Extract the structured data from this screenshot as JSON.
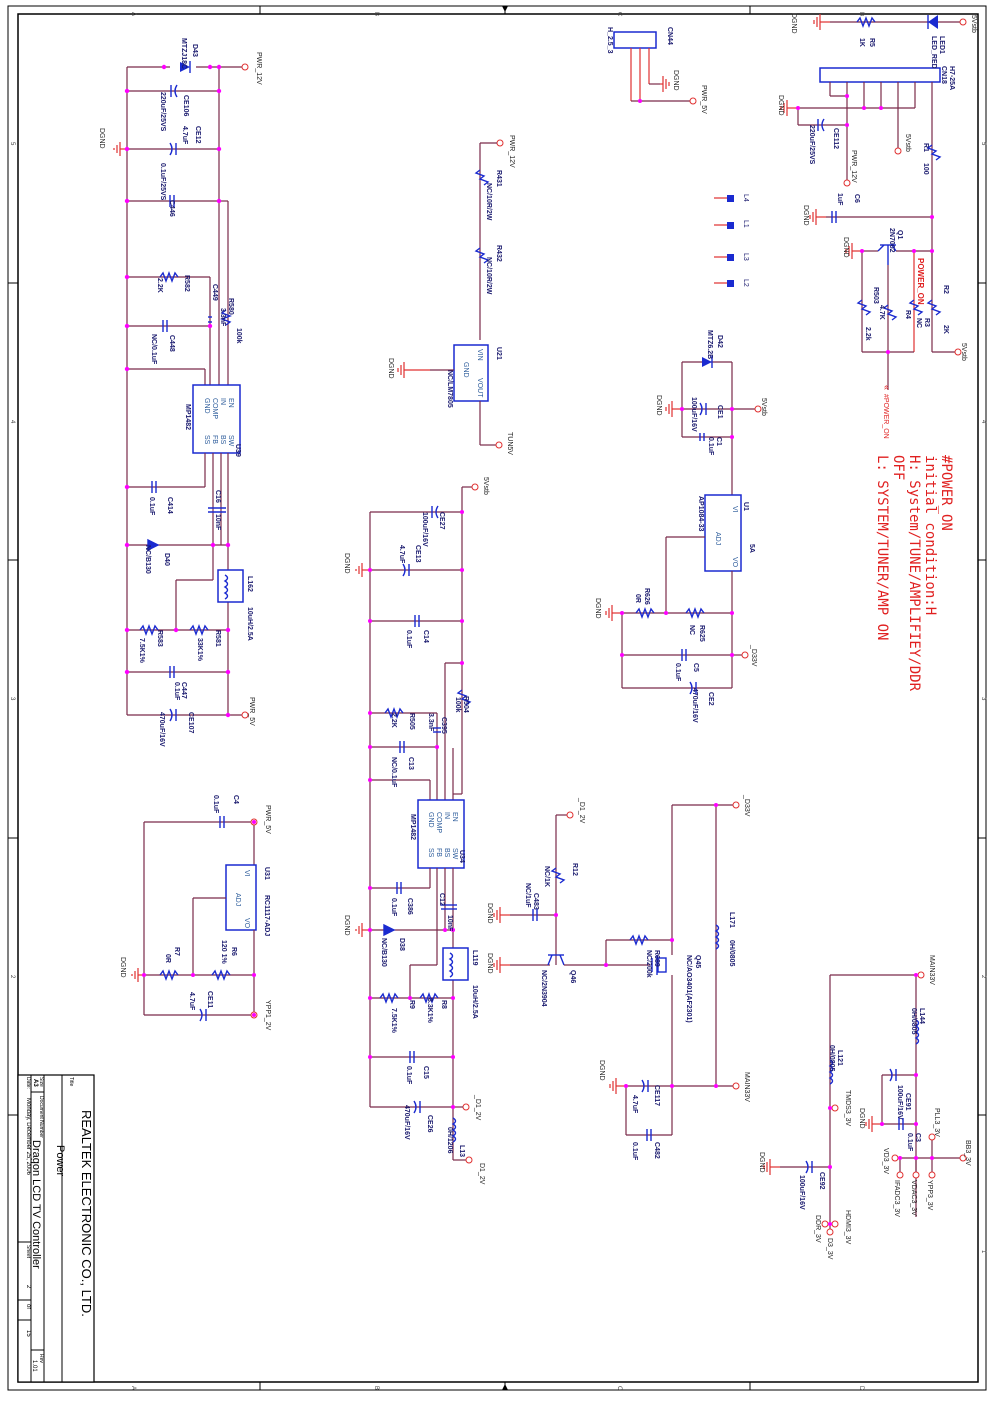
{
  "title_block": {
    "company": "REALTEK ELECTRONIC CO., LTD.",
    "title_label": "Title",
    "title": "Power",
    "size_label": "Size",
    "size": "A3",
    "doc_number_label": "Document Number",
    "doc_number": "Dragon LCD TV Controller",
    "rev_label": "Rev",
    "rev": "1.01",
    "date_label": "Date:",
    "date": "Monday, December 25, 2006",
    "sheet_label": "Sheet",
    "sheet": "2",
    "of_label": "of",
    "sheet_total": "15"
  },
  "border": {
    "cols": [
      "A",
      "B",
      "C",
      "D"
    ],
    "rows": [
      "5",
      "4",
      "3",
      "2",
      "1"
    ]
  },
  "note": {
    "lines": [
      "#POWER_ON",
      "initial condition:H",
      "H: System/TUNE/AMPLIFIEY/DDR",
      "OFF",
      "L: SYSTEM/TUNER/AMP ON"
    ],
    "color": "#e02020"
  },
  "nets": {
    "pwr12": "PWR_12V",
    "pwr5": "PWR_5V",
    "v5stb": "5Vstb",
    "dgnd": "DGND",
    "tun5v": "TUN5V",
    "d33v": "_D33V",
    "d12v": "_D1_2V",
    "d12v_out": "D1_2V",
    "ypp12": "YPP1_2V",
    "main33": "MAIN33V",
    "tmds": "TMDS3_3V",
    "hdmi": "HDMI3_3V",
    "ddr": "DDR_3V",
    "d3": "D3_3V",
    "pll": "PLL3_3V",
    "bb": "BB3_3V",
    "vd3": "VD3_3V",
    "ifadc": "IFADC3_3V",
    "vdac": "VDAC3_3V",
    "ypp3": "YPP3_3V",
    "power_on": "POWER_ON",
    "npower_on": "#POWER_ON"
  },
  "components": {
    "d43": {
      "ref": "D43",
      "val": "MTZJ18C"
    },
    "ce106": {
      "ref": "CE106",
      "val": "220uF/25VS"
    },
    "ce12": {
      "ref": "CE12",
      "val": "4.7uF"
    },
    "c446": {
      "ref": "C446",
      "val": "0.1uF/25VS"
    },
    "r582": {
      "ref": "R582",
      "val": "2.2K"
    },
    "c449": {
      "ref": "C449",
      "val": "3.3nF"
    },
    "r580": {
      "ref": "R580",
      "val": "100k"
    },
    "c448": {
      "ref": "C448",
      "val": "NC/0.1uF"
    },
    "u39": {
      "ref": "U39",
      "val": "MP1482"
    },
    "c414": {
      "ref": "C414",
      "val": "0.1uF"
    },
    "c16": {
      "ref": "C16",
      "val": "10nF"
    },
    "d40": {
      "ref": "D40",
      "val": "NC/B130"
    },
    "l162": {
      "ref": "L162",
      "val": "10uH/2.5A"
    },
    "r583": {
      "ref": "R583",
      "val": "7.5K1%"
    },
    "r581": {
      "ref": "R581",
      "val": "33K1%"
    },
    "c447": {
      "ref": "C447",
      "val": "0.1uF"
    },
    "ce107": {
      "ref": "CE107",
      "val": "470uF/16V"
    },
    "c4": {
      "ref": "C4",
      "val": "0.1uF"
    },
    "u31": {
      "ref": "U31",
      "val": "RC1117-ADJ"
    },
    "r7": {
      "ref": "R7",
      "val": "0R"
    },
    "r6": {
      "ref": "R6",
      "val": "120 1%"
    },
    "ce11": {
      "ref": "CE11",
      "val": "4.7uF"
    },
    "r431": {
      "ref": "R431",
      "val": "NC/10R/2W"
    },
    "r432": {
      "ref": "R432",
      "val": "NC/10R/2W"
    },
    "u21": {
      "ref": "U21",
      "val": "NC/LM7805"
    },
    "ce27": {
      "ref": "CE27",
      "val": "100uF/16V"
    },
    "ce13": {
      "ref": "CE13",
      "val": "4.7uF"
    },
    "c14": {
      "ref": "C14",
      "val": "0.1uF"
    },
    "r504": {
      "ref": "R504",
      "val": "100k"
    },
    "r505": {
      "ref": "R505",
      "val": "2.2K"
    },
    "c395": {
      "ref": "C395",
      "val": "3.3nF"
    },
    "c13": {
      "ref": "C13",
      "val": "NC/0.1uF"
    },
    "u34": {
      "ref": "U34",
      "val": "MP1482"
    },
    "c386": {
      "ref": "C386",
      "val": "0.1uF"
    },
    "c12": {
      "ref": "C12",
      "val": "10nF"
    },
    "d38": {
      "ref": "D38",
      "val": "NC/B130"
    },
    "l119": {
      "ref": "L119",
      "val": "10uH/2.5A"
    },
    "r9": {
      "ref": "R9",
      "val": "7.5K1%"
    },
    "r8": {
      "ref": "R8",
      "val": "8.3K1%"
    },
    "c15": {
      "ref": "C15",
      "val": "0.1uF"
    },
    "ce26": {
      "ref": "CE26",
      "val": "470uF/16V"
    },
    "l13": {
      "ref": "L13",
      "val": "0H/1206"
    },
    "cn44": {
      "ref": "CN44",
      "val": "H_2.5_3"
    },
    "l1": {
      "ref": "L1"
    },
    "l2": {
      "ref": "L2"
    },
    "l3": {
      "ref": "L3"
    },
    "l4": {
      "ref": "L4"
    },
    "d42": {
      "ref": "D42",
      "val": "MTZ6.2B"
    },
    "ce1": {
      "ref": "CE1",
      "val": "100uF/16V"
    },
    "c1": {
      "ref": "C1",
      "val": "0.1uF"
    },
    "u1": {
      "ref": "U1",
      "val": "AP1084-33",
      "extra": "5A"
    },
    "r626": {
      "ref": "R626",
      "val": "0R"
    },
    "r625": {
      "ref": "R625",
      "val": "NC"
    },
    "c5": {
      "ref": "C5",
      "val": "0.1uF"
    },
    "ce2": {
      "ref": "CE2",
      "val": "470uF/16V"
    },
    "r12": {
      "ref": "R12",
      "val": "NC/1K"
    },
    "c483": {
      "ref": "C483",
      "val": "NC/1uF"
    },
    "q46": {
      "ref": "Q46",
      "val": "NC/2N3904"
    },
    "r689": {
      "ref": "R689",
      "val": "NC/200k"
    },
    "q45": {
      "ref": "Q45",
      "val": "NC/AO3401(AF2301)"
    },
    "l171": {
      "ref": "L171",
      "val": "0H/0805"
    },
    "ce117": {
      "ref": "CE117",
      "val": "4.7uF"
    },
    "c482": {
      "ref": "C482",
      "val": "0.1uF"
    },
    "led1": {
      "ref": "LED1",
      "val": "LED_RED"
    },
    "r5": {
      "ref": "R5",
      "val": "1K"
    },
    "cn18": {
      "ref": "CN18",
      "val": "H7-25A"
    },
    "ce112": {
      "ref": "CE112",
      "val": "220uF/25VS"
    },
    "r1": {
      "ref": "R1",
      "val": "100"
    },
    "c6": {
      "ref": "C6",
      "val": "1uF"
    },
    "q1": {
      "ref": "Q1",
      "val": "2N7002"
    },
    "r2": {
      "ref": "R2",
      "val": "2K"
    },
    "r3": {
      "ref": "R3",
      "val": "NC"
    },
    "r4": {
      "ref": "R4",
      "val": "4.7K"
    },
    "r503": {
      "ref": "R503",
      "val": "2.2k"
    },
    "l144": {
      "ref": "L144",
      "val": "0H/0805"
    },
    "l121": {
      "ref": "L121",
      "val": "0H/0805"
    },
    "ce91": {
      "ref": "CE91",
      "val": "100uF/16V"
    },
    "c3": {
      "ref": "C3",
      "val": "0.1uF"
    },
    "ce92": {
      "ref": "CE92",
      "val": "100uF/16V"
    }
  },
  "ic_pins": {
    "mp1482_left": [
      "EN",
      "IN",
      "COMP",
      "GND"
    ],
    "mp1482_right": [
      "SW",
      "BS",
      "FB",
      "SS"
    ],
    "reg": [
      "VI",
      "ADJ",
      "VO"
    ],
    "lm7805": [
      "VIN",
      "GND",
      "VOUT"
    ]
  }
}
